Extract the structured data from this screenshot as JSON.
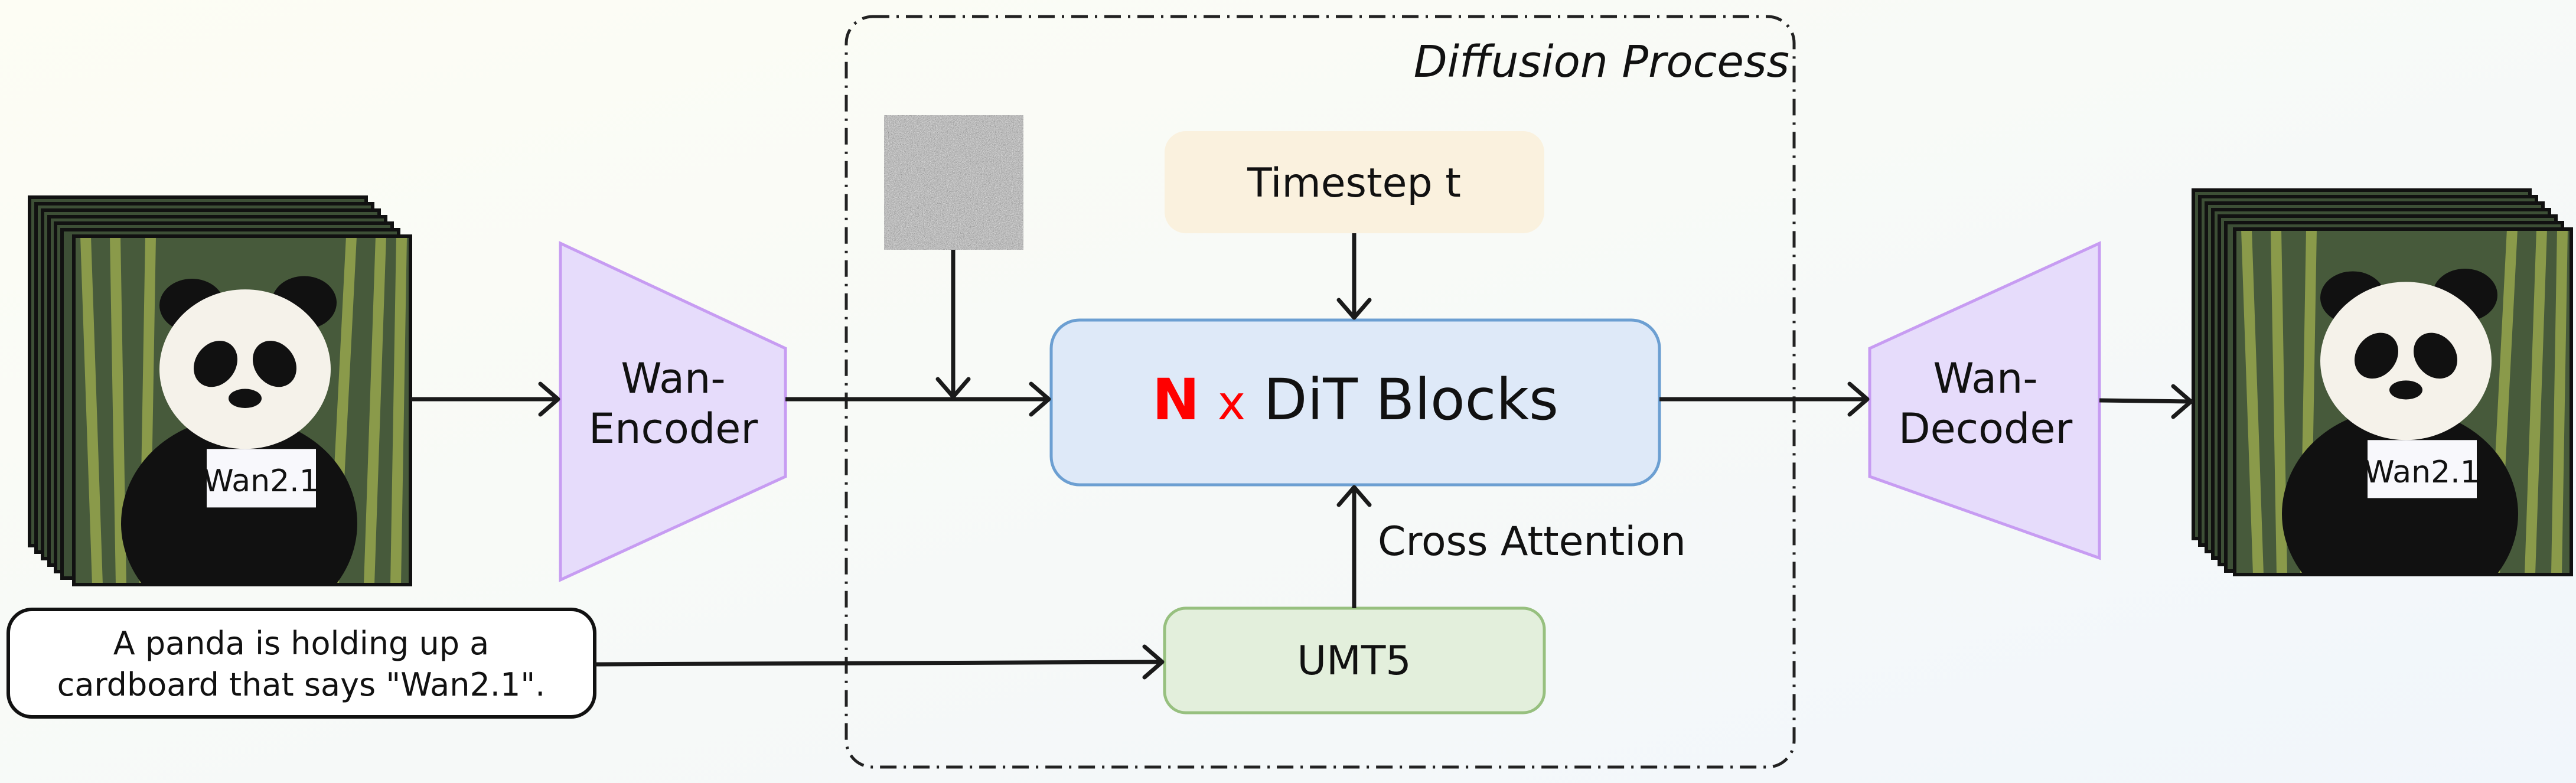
{
  "diagram": {
    "group_label": "Diffusion Process",
    "timestep_label": "Timestep t",
    "dit_multiplier": "N",
    "dit_times": "x",
    "dit_label": "DiT Blocks",
    "umt5_label": "UMT5",
    "cross_attention_label": "Cross Attention",
    "encoder_line1": "Wan-",
    "encoder_line2": "Encoder",
    "decoder_line1": "Wan-",
    "decoder_line2": "Decoder",
    "prompt_line1": "A panda is holding up a",
    "prompt_line2": "cardboard that says \"Wan2.1\".",
    "image_sign_text": "Wan2.1",
    "noise_icon": "gaussian-noise-image",
    "colors": {
      "timestep_fill": "#faf1de",
      "dit_fill": "#dee9f8",
      "dit_stroke": "#6c9fd2",
      "umt5_fill": "#e3efdc",
      "umt5_stroke": "#97c07f",
      "codec_fill": "#e6dcfb",
      "codec_stroke": "#c79cf2",
      "highlight": "#ff0000"
    }
  }
}
